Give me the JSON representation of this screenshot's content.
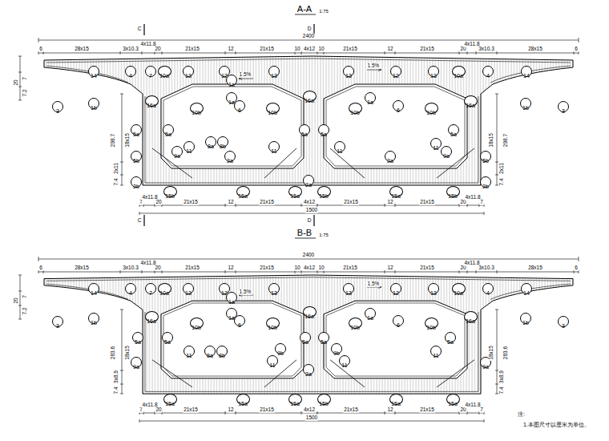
{
  "diagram": {
    "nodes": [
      {
        "text": [
          "14"
        ]
      },
      {
        "text": [
          "4"
        ]
      },
      {
        "text": [
          "7"
        ]
      },
      {
        "text": [
          "10a"
        ]
      },
      {
        "text": [
          "13"
        ]
      },
      {
        "text": [
          "12"
        ]
      },
      {
        "text": [
          "1a"
        ]
      },
      {
        "text": [
          "13"
        ]
      },
      {
        "text": [
          "13"
        ]
      },
      {
        "text": [
          "12"
        ]
      },
      {
        "text": [
          "13"
        ]
      },
      {
        "text": [
          "10a"
        ]
      },
      {
        "text": [
          "4"
        ]
      },
      {
        "text": [
          "14"
        ]
      },
      {
        "text": [
          "3"
        ]
      },
      {
        "text": [
          "1b"
        ]
      },
      {
        "text": [
          "16a"
        ]
      },
      {
        "text": [
          "10b"
        ]
      },
      {
        "text": [
          "1a"
        ]
      },
      {
        "text": [
          "6"
        ]
      },
      {
        "text": [
          "10b"
        ]
      },
      {
        "text": [
          "16a"
        ]
      },
      {
        "text": [
          "10b"
        ]
      },
      {
        "text": [
          "1a"
        ]
      },
      {
        "text": [
          "6"
        ]
      },
      {
        "text": [
          "10b"
        ]
      },
      {
        "text": [
          "16a"
        ]
      },
      {
        "text": [
          "1b"
        ]
      },
      {
        "text": [
          "3"
        ]
      },
      {
        "text": [
          "5a"
        ]
      },
      {
        "text": [
          "5a"
        ]
      },
      {
        "text": [
          "5a"
        ]
      },
      {
        "text": [
          "5a"
        ]
      },
      {
        "text": [
          "5a"
        ]
      },
      {
        "text": [
          "8a"
        ]
      },
      {
        "text": [
          "8b"
        ]
      },
      {
        "text": [
          "11"
        ]
      },
      {
        "text": [
          "9a"
        ]
      },
      {
        "text": [
          "11"
        ]
      },
      {
        "text": [
          "11"
        ]
      },
      {
        "text": [
          "11"
        ]
      },
      {
        "text": [
          "9a"
        ]
      },
      {
        "text": [
          "5b"
        ]
      },
      {
        "text": [
          "2a"
        ]
      },
      {
        "text": [
          "2a"
        ]
      },
      {
        "text": [
          "5b"
        ]
      },
      {
        "text": [
          "2b"
        ]
      },
      {
        "text": [
          "2a"
        ]
      },
      {
        "text": [
          "2b"
        ]
      },
      {
        "text": [
          "15b"
        ]
      },
      {
        "text": [
          "15a"
        ]
      },
      {
        "text": [
          "15a"
        ]
      },
      {
        "text": [
          "15b"
        ]
      },
      {
        "text": [
          "15a"
        ]
      },
      {
        "text": [
          "15b"
        ]
      },
      {
        "text": [
          "14"
        ]
      },
      {
        "text": [
          "4"
        ]
      },
      {
        "text": [
          "7"
        ]
      },
      {
        "text": [
          "10a"
        ]
      },
      {
        "text": [
          "13"
        ]
      },
      {
        "text": [
          "12"
        ]
      },
      {
        "text": [
          "1a"
        ]
      },
      {
        "text": [
          "13"
        ]
      },
      {
        "text": [
          "13"
        ]
      },
      {
        "text": [
          "12"
        ]
      },
      {
        "text": [
          "13"
        ]
      },
      {
        "text": [
          "10a"
        ]
      },
      {
        "text": [
          "4"
        ]
      },
      {
        "text": [
          "14"
        ]
      },
      {
        "text": [
          "3"
        ]
      },
      {
        "text": [
          "1b"
        ]
      },
      {
        "text": [
          "16a"
        ]
      },
      {
        "text": [
          "10b"
        ]
      },
      {
        "text": [
          "1a"
        ]
      },
      {
        "text": [
          "6"
        ]
      },
      {
        "text": [
          "10b"
        ]
      },
      {
        "text": [
          "16a"
        ]
      },
      {
        "text": [
          "10b"
        ]
      },
      {
        "text": [
          "1a"
        ]
      },
      {
        "text": [
          "6"
        ]
      },
      {
        "text": [
          "10b"
        ]
      },
      {
        "text": [
          "16a"
        ]
      },
      {
        "text": [
          "1b"
        ]
      },
      {
        "text": [
          "3"
        ]
      },
      {
        "text": [
          "5a"
        ]
      },
      {
        "text": [
          "5a"
        ]
      },
      {
        "text": [
          "5a"
        ]
      },
      {
        "text": [
          "5a"
        ]
      },
      {
        "text": [
          "5a"
        ]
      },
      {
        "text": [
          "8a"
        ]
      },
      {
        "text": [
          "8b"
        ]
      },
      {
        "text": [
          "11"
        ]
      },
      {
        "text": [
          "9b"
        ]
      },
      {
        "text": [
          "11"
        ]
      },
      {
        "text": [
          "9b"
        ]
      },
      {
        "text": [
          "11"
        ]
      },
      {
        "text": [
          "11"
        ]
      },
      {
        "text": [
          "9a"
        ]
      },
      {
        "text": [
          "9a"
        ]
      },
      {
        "text": [
          "2a"
        ]
      },
      {
        "text": [
          "15a"
        ]
      },
      {
        "text": [
          "15a"
        ]
      },
      {
        "text": [
          "15a"
        ]
      },
      {
        "text": [
          "15b"
        ]
      },
      {
        "text": [
          "15a"
        ]
      },
      {
        "text": [
          "15a"
        ]
      }
    ],
    "labels": [
      "A-A",
      "1:75",
      "C",
      "D",
      "2400",
      "6",
      "28x15",
      "3x10.3",
      "4x11.8",
      "20",
      "21x15",
      "12",
      "21x15",
      "10",
      "4x12",
      "10",
      "21x15",
      "12",
      "21x15",
      "20",
      "4x11.8",
      "3x10.3",
      "28x15",
      "6",
      "1.5%",
      "1.5%",
      "20",
      "7",
      "7.2",
      "298.7",
      "18x15",
      "2x11",
      "7.4",
      "298.7",
      "18x15",
      "2x11",
      "7.4",
      "7",
      "4x11.8",
      "20",
      "21x15",
      "12",
      "21x15",
      "4x12",
      "21x15",
      "12",
      "21x15",
      "20",
      "4x11.8",
      "7",
      "1500",
      "C",
      "D",
      "B-B",
      "1:75",
      "2400",
      "6",
      "28x15",
      "3x10.3",
      "4x11.8",
      "20",
      "21x15",
      "12",
      "21x15",
      "10",
      "4x12",
      "10",
      "21x15",
      "12",
      "21x15",
      "20",
      "4x11.8",
      "3x10.3",
      "28x15",
      "6",
      "1.5%",
      "1.5%",
      "20",
      "7",
      "7.2",
      "283.6",
      "18x15",
      "3x8.9",
      "7.4",
      "283.6",
      "18x15",
      "3x8.9",
      "7.4",
      "7",
      "4x11.8",
      "20",
      "21x15",
      "12",
      "21x15",
      "4x12",
      "21x15",
      "12",
      "21x15",
      "20",
      "4x11.8",
      "7",
      "1500",
      "注:",
      "1.本图尺寸以厘米为单位。"
    ]
  }
}
